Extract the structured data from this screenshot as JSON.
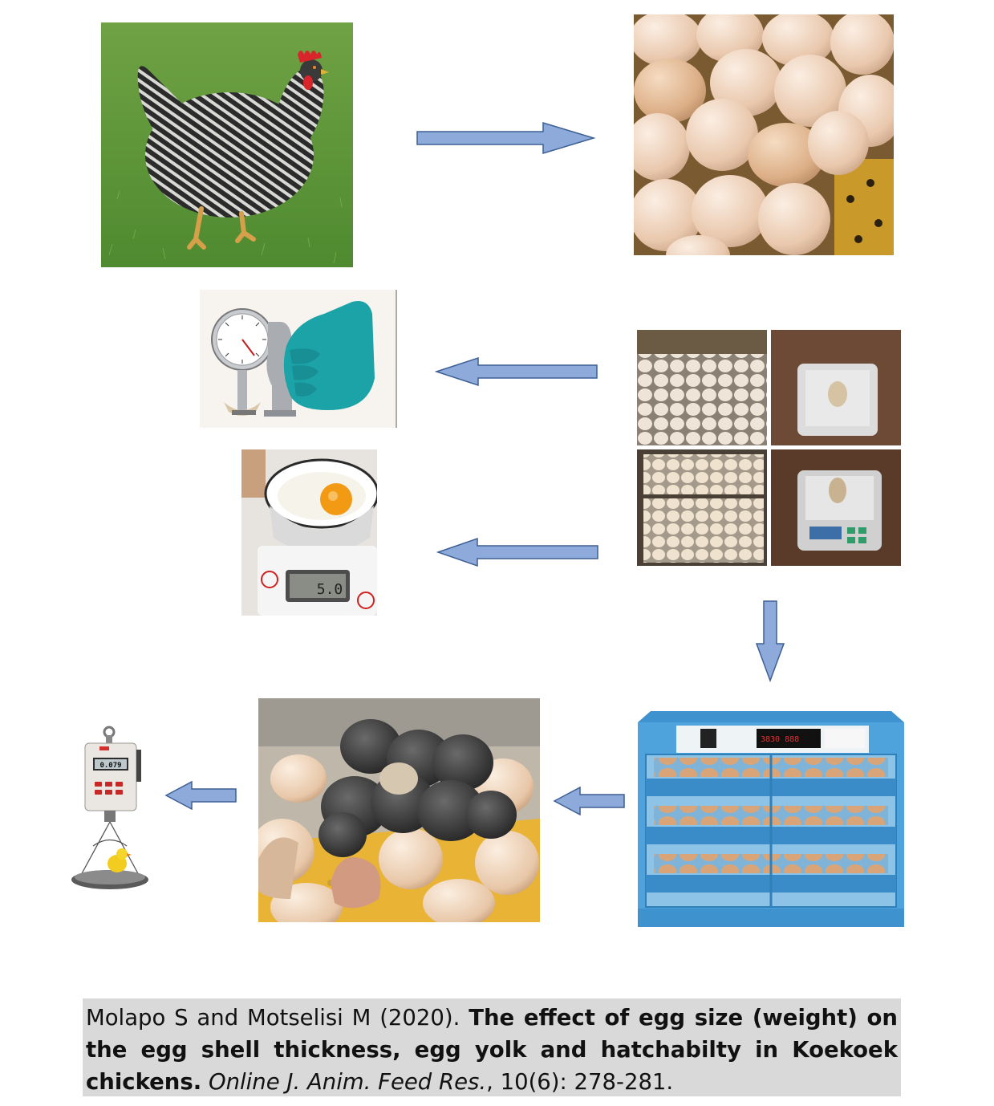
{
  "colors": {
    "arrow_fill": "#8eaadb",
    "arrow_stroke": "#3d5f94",
    "citation_bg": "#d9d9d9",
    "incubator_blue": "#4fa3dc"
  },
  "panels": [
    {
      "name": "hen-photo",
      "icon": "koekoek-hen"
    },
    {
      "name": "eggs-pile-photo",
      "icon": "eggs"
    },
    {
      "name": "eggshell-thickness-gauge-photo",
      "icon": "dial-gauge"
    },
    {
      "name": "egg-weighing-grid-photo",
      "icon": "egg-trays-and-scale"
    },
    {
      "name": "yolk-weighing-photo",
      "icon": "yolk-on-scale"
    },
    {
      "name": "incubator-photo",
      "icon": "incubator"
    },
    {
      "name": "hatching-chicks-photo",
      "icon": "chicks"
    },
    {
      "name": "chick-weighing-scale-photo",
      "icon": "hanging-scale"
    }
  ],
  "scale_displays": {
    "yolk_scale": "5.0",
    "chick_scale": "0.079"
  },
  "citation": {
    "authors": "Molapo S and Motselisi M (2020). ",
    "title": "The effect of egg size (weight) on the egg shell thickness, egg yolk and hatchabilty in Koekoek chickens.",
    "journal": " Online J. Anim. Feed Res.",
    "volume_pages": ", 10(6): 278-281."
  }
}
